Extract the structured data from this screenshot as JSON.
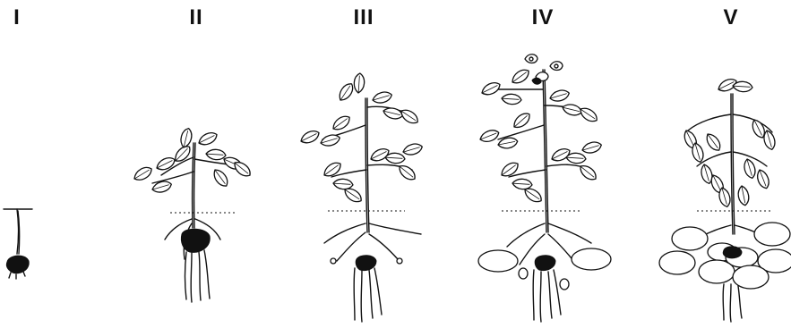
{
  "stages": [
    {
      "label": "I"
    },
    {
      "label": "II"
    },
    {
      "label": "III"
    },
    {
      "label": "IV"
    },
    {
      "label": "V"
    }
  ]
}
